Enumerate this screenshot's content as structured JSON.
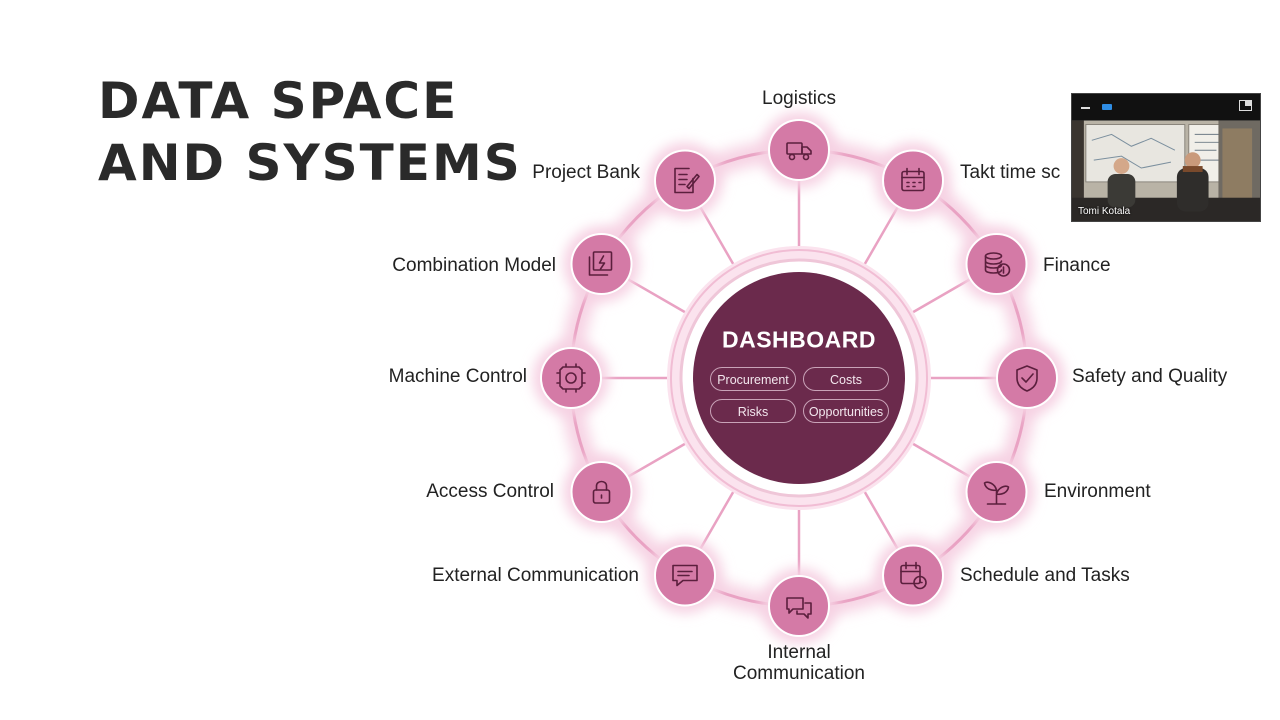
{
  "slide": {
    "title_line1": "DATA SPACE",
    "title_line2": "AND SYSTEMS"
  },
  "hub": {
    "title": "DASHBOARD",
    "pills": [
      "Procurement",
      "Costs",
      "Risks",
      "Opportunities"
    ]
  },
  "nodes": [
    {
      "label": "Logistics",
      "icon": "truck-icon"
    },
    {
      "label": "Takt time sc",
      "icon": "calendar-icon"
    },
    {
      "label": "Finance",
      "icon": "coins-icon"
    },
    {
      "label": "Safety and Quality",
      "icon": "shield-check-icon"
    },
    {
      "label": "Environment",
      "icon": "sprout-icon"
    },
    {
      "label": "Schedule and Tasks",
      "icon": "calendar-clock-icon"
    },
    {
      "label": "Internal Communication",
      "icon": "chat-bubbles-icon"
    },
    {
      "label": "External Communication",
      "icon": "message-icon"
    },
    {
      "label": "Access Control",
      "icon": "lock-icon"
    },
    {
      "label": "Machine Control",
      "icon": "gear-icon"
    },
    {
      "label": "Combination Model",
      "icon": "layers-icon"
    },
    {
      "label": "Project Bank",
      "icon": "document-edit-icon"
    }
  ],
  "video": {
    "participant_name": "Tomi Kotala"
  },
  "colors": {
    "hub": "#6b2a4c",
    "node": "#d47aa6",
    "ring": "#e9a2c3",
    "glow": "#f6d2e3",
    "icon": "#5b1f3d"
  }
}
